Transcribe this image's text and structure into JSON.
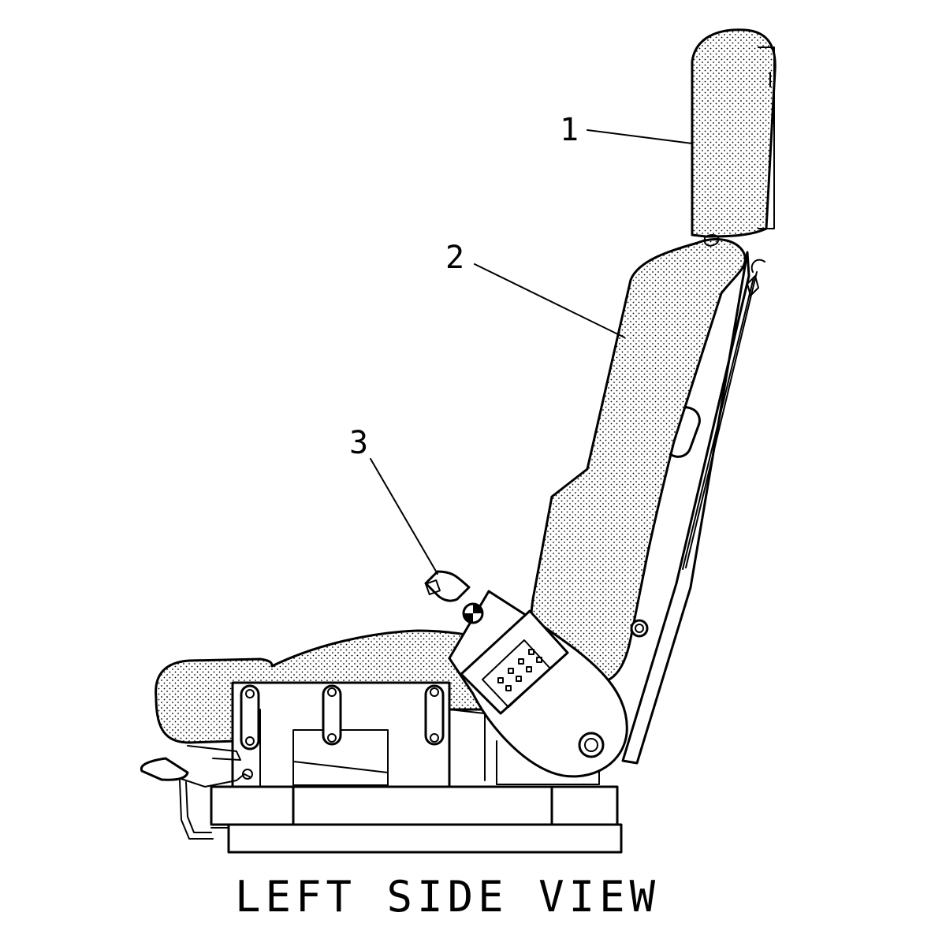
{
  "callouts": [
    {
      "number": "1"
    },
    {
      "number": "2"
    },
    {
      "number": "3"
    }
  ],
  "view_label": "LEFT SIDE VIEW",
  "colors": {
    "line": "#000000",
    "background": "#ffffff"
  }
}
